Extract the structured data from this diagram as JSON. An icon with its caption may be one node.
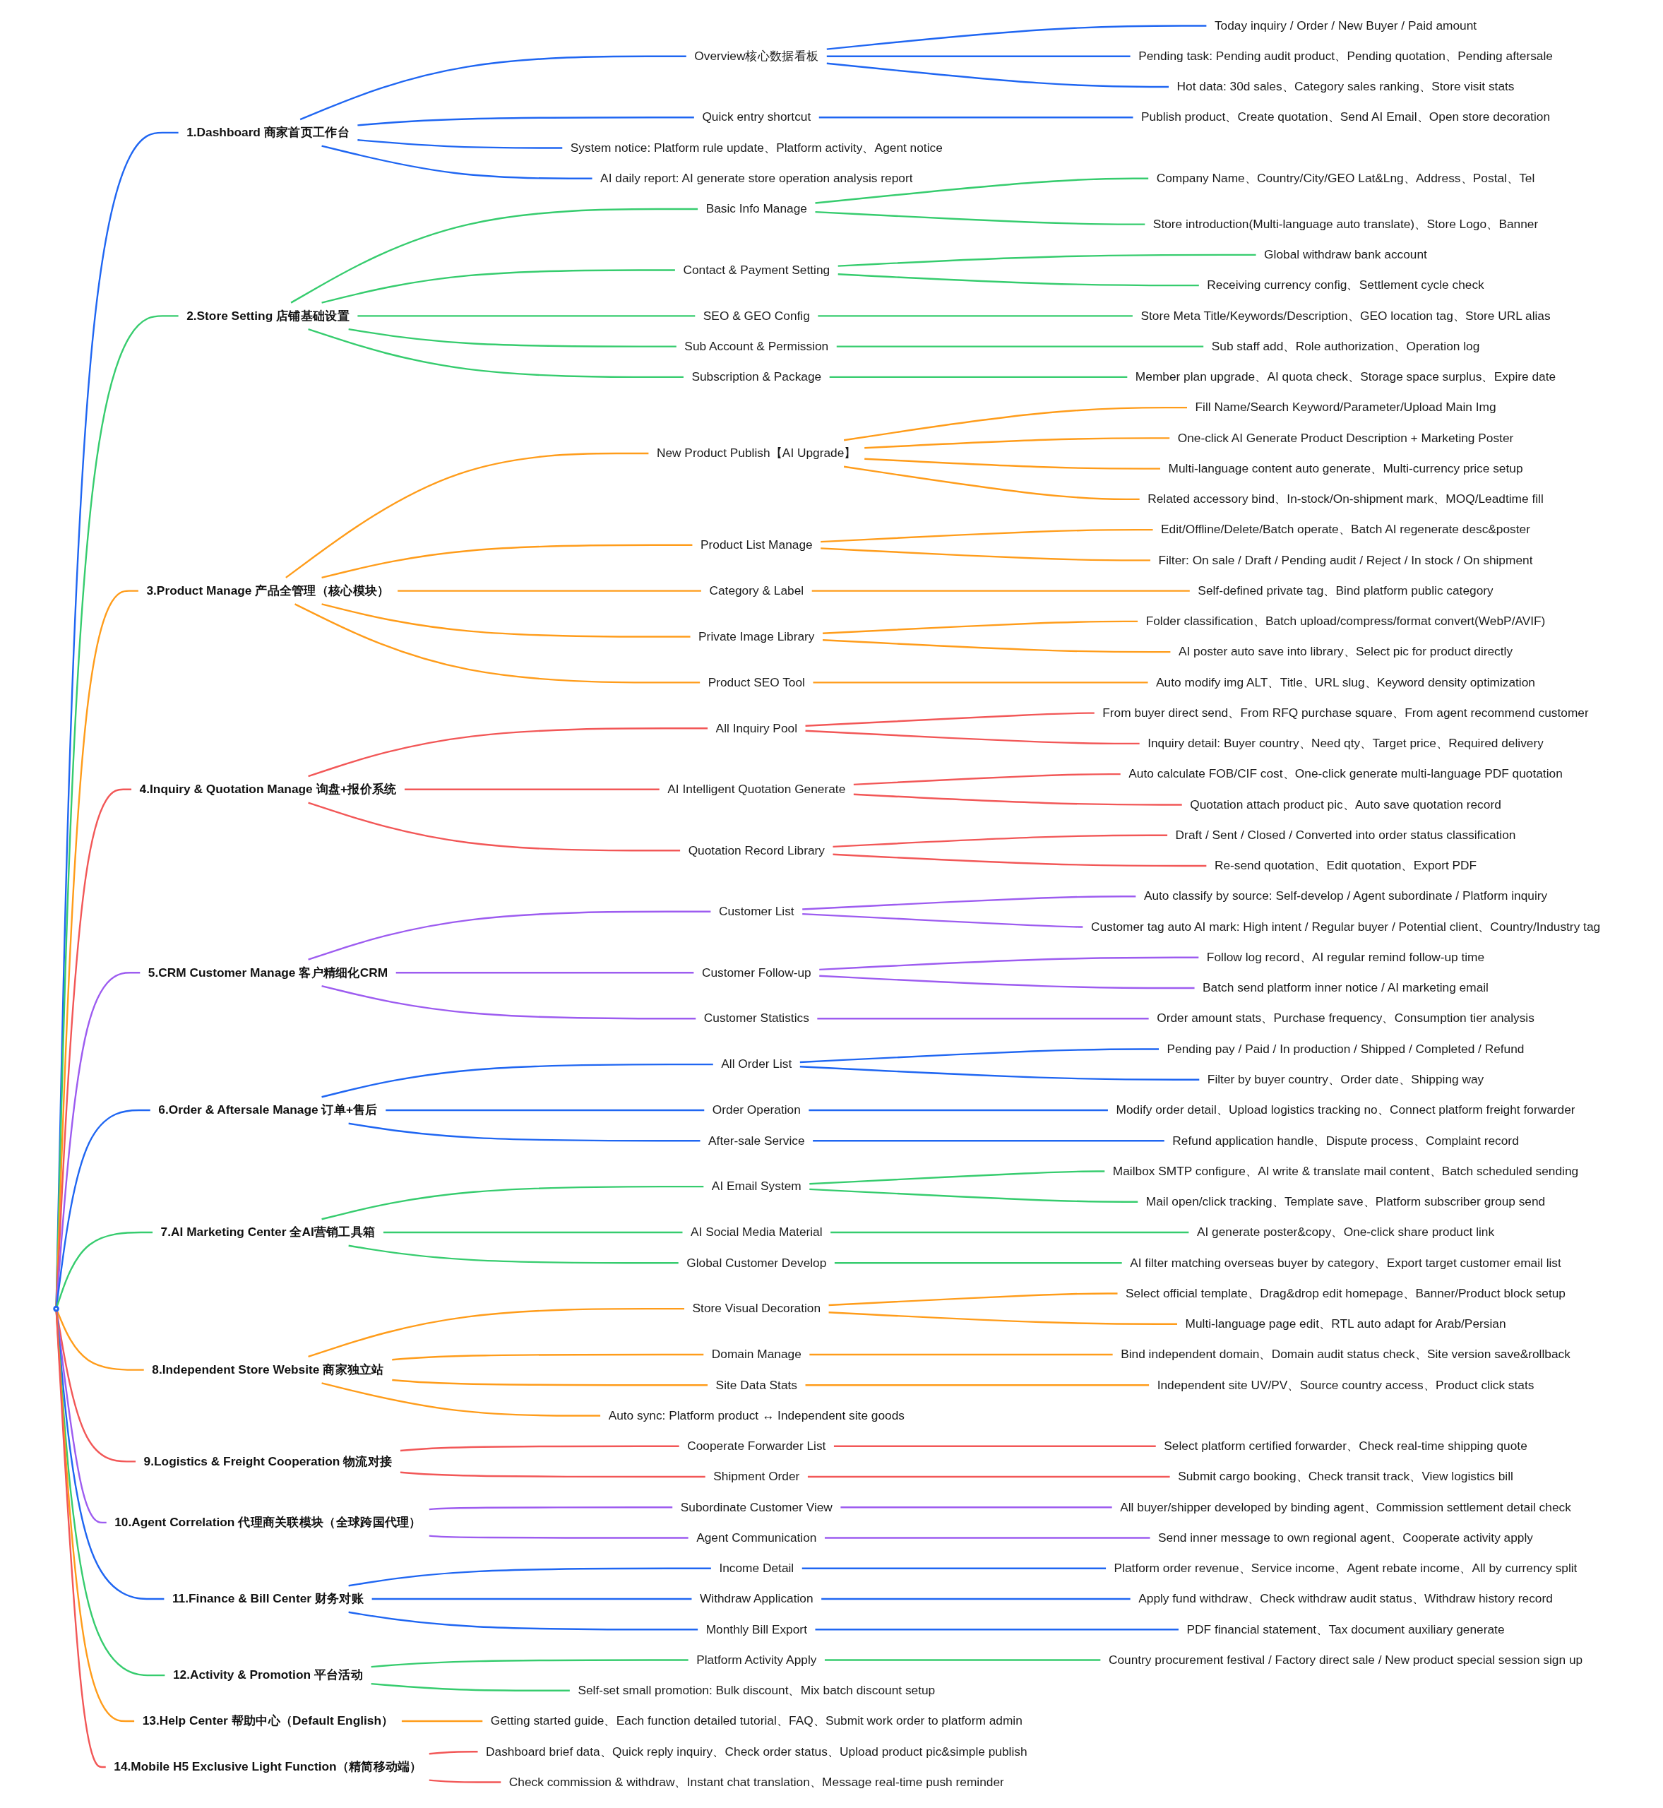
{
  "diagram": {
    "nodes": [
      {
        "text": [],
        "shape": "circle"
      },
      {
        "text": [
          "1.Dashboard 商家首页工作台"
        ]
      },
      {
        "text": [
          "Overview核心数据看板"
        ]
      },
      {
        "text": [
          "Today inquiry / Order / New Buyer / Paid amount"
        ]
      },
      {
        "text": [
          "Pending task: Pending audit product、Pending quotation、Pending aftersale"
        ]
      },
      {
        "text": [
          "Hot data: 30d sales、Category sales ranking、Store visit stats"
        ]
      },
      {
        "text": [
          "Quick entry shortcut"
        ]
      },
      {
        "text": [
          "Publish product、Create quotation、Send AI Email、Open store decoration"
        ]
      },
      {
        "text": [
          "System notice: Platform rule update、Platform activity、Agent notice"
        ]
      },
      {
        "text": [
          "AI daily report: AI generate store operation analysis report"
        ]
      },
      {
        "text": [
          "2.Store Setting 店铺基础设置"
        ]
      },
      {
        "text": [
          "Basic Info Manage"
        ]
      },
      {
        "text": [
          "Company Name、Country/City/GEO Lat&Lng、Address、Postal、Tel"
        ]
      },
      {
        "text": [
          "Store introduction(Multi-language auto translate)、Store Logo、Banner"
        ]
      },
      {
        "text": [
          "Contact & Payment Setting"
        ]
      },
      {
        "text": [
          "Global withdraw bank account"
        ]
      },
      {
        "text": [
          "Receiving currency config、Settlement cycle check"
        ]
      },
      {
        "text": [
          "SEO & GEO Config"
        ]
      },
      {
        "text": [
          "Store Meta Title/Keywords/Description、GEO location tag、Store URL alias"
        ]
      },
      {
        "text": [
          "Sub Account & Permission"
        ]
      },
      {
        "text": [
          "Sub staff add、Role authorization、Operation log"
        ]
      },
      {
        "text": [
          "Subscription & Package"
        ]
      },
      {
        "text": [
          "Member plan upgrade、AI quota check、Storage space surplus、Expire date"
        ]
      },
      {
        "text": [
          "3.Product Manage 产品全管理（核心模块）"
        ]
      },
      {
        "text": [
          "New Product Publish【AI Upgrade】"
        ]
      },
      {
        "text": [
          "Fill Name/Search Keyword/Parameter/Upload Main Img"
        ]
      },
      {
        "text": [
          "One-click AI Generate Product Description + Marketing Poster"
        ]
      },
      {
        "text": [
          "Multi-language content auto generate、Multi-currency price setup"
        ]
      },
      {
        "text": [
          "Related accessory bind、In-stock/On-shipment mark、MOQ/Leadtime fill"
        ]
      },
      {
        "text": [
          "Product List Manage"
        ]
      },
      {
        "text": [
          "Edit/Offline/Delete/Batch operate、Batch AI regenerate desc&poster"
        ]
      },
      {
        "text": [
          "Filter: On sale / Draft / Pending audit / Reject / In stock / On shipment"
        ]
      },
      {
        "text": [
          "Category & Label"
        ]
      },
      {
        "text": [
          "Self-defined private tag、Bind platform public category"
        ]
      },
      {
        "text": [
          "Private Image Library"
        ]
      },
      {
        "text": [
          "Folder classification、Batch upload/compress/format convert(WebP/AVIF)"
        ]
      },
      {
        "text": [
          "AI poster auto save into library、Select pic for product directly"
        ]
      },
      {
        "text": [
          "Product SEO Tool"
        ]
      },
      {
        "text": [
          "Auto modify img ALT、Title、URL slug、Keyword density optimization"
        ]
      },
      {
        "text": [
          "4.Inquiry & Quotation Manage 询盘+报价系统"
        ]
      },
      {
        "text": [
          "All Inquiry Pool"
        ]
      },
      {
        "text": [
          "From buyer direct send、From RFQ purchase square、From agent recommend customer"
        ]
      },
      {
        "text": [
          "Inquiry detail: Buyer country、Need qty、Target price、Required delivery"
        ]
      },
      {
        "text": [
          "AI Intelligent Quotation Generate"
        ]
      },
      {
        "text": [
          "Auto calculate FOB/CIF cost、One-click generate multi-language PDF quotation"
        ]
      },
      {
        "text": [
          "Quotation attach product pic、Auto save quotation record"
        ]
      },
      {
        "text": [
          "Quotation Record Library"
        ]
      },
      {
        "text": [
          "Draft / Sent / Closed / Converted into order status classification"
        ]
      },
      {
        "text": [
          "Re-send quotation、Edit quotation、Export PDF"
        ]
      },
      {
        "text": [
          "5.CRM Customer Manage 客户精细化CRM"
        ]
      },
      {
        "text": [
          "Customer List"
        ]
      },
      {
        "text": [
          "Auto classify by source: Self-develop / Agent subordinate / Platform inquiry"
        ]
      },
      {
        "text": [
          "Customer tag auto AI mark: High intent / Regular buyer / Potential client、Country/Industry tag"
        ]
      },
      {
        "text": [
          "Customer Follow-up"
        ]
      },
      {
        "text": [
          "Follow log record、AI regular remind follow-up time"
        ]
      },
      {
        "text": [
          "Batch send platform inner notice / AI marketing email"
        ]
      },
      {
        "text": [
          "Customer Statistics"
        ]
      },
      {
        "text": [
          "Order amount stats、Purchase frequency、Consumption tier analysis"
        ]
      },
      {
        "text": [
          "6.Order & Aftersale Manage 订单+售后"
        ]
      },
      {
        "text": [
          "All Order List"
        ]
      },
      {
        "text": [
          "Pending pay / Paid / In production / Shipped / Completed / Refund"
        ]
      },
      {
        "text": [
          "Filter by buyer country、Order date、Shipping way"
        ]
      },
      {
        "text": [
          "Order Operation"
        ]
      },
      {
        "text": [
          "Modify order detail、Upload logistics tracking no、Connect platform freight forwarder"
        ]
      },
      {
        "text": [
          "After-sale Service"
        ]
      },
      {
        "text": [
          "Refund application handle、Dispute process、Complaint record"
        ]
      },
      {
        "text": [
          "7.AI Marketing Center 全AI营销工具箱"
        ]
      },
      {
        "text": [
          "AI Email System"
        ]
      },
      {
        "text": [
          "Mailbox SMTP configure、AI write & translate mail content、Batch scheduled sending"
        ]
      },
      {
        "text": [
          "Mail open/click tracking、Template save、Platform subscriber group send"
        ]
      },
      {
        "text": [
          "AI Social Media Material"
        ]
      },
      {
        "text": [
          "AI generate poster&copy、One-click share product link"
        ]
      },
      {
        "text": [
          "Global Customer Develop"
        ]
      },
      {
        "text": [
          "AI filter matching overseas buyer by category、Export target customer email list"
        ]
      },
      {
        "text": [
          "8.Independent Store Website 商家独立站"
        ]
      },
      {
        "text": [
          "Store Visual Decoration"
        ]
      },
      {
        "text": [
          "Select official template、Drag&drop edit homepage、Banner/Product block setup"
        ]
      },
      {
        "text": [
          "Multi-language page edit、RTL auto adapt for Arab/Persian"
        ]
      },
      {
        "text": [
          "Domain Manage"
        ]
      },
      {
        "text": [
          "Bind independent domain、Domain audit status check、Site version save&rollback"
        ]
      },
      {
        "text": [
          "Site Data Stats"
        ]
      },
      {
        "text": [
          "Independent site UV/PV、Source country access、Product click stats"
        ]
      },
      {
        "text": [
          "Auto sync: Platform product ↔ Independent site goods"
        ]
      },
      {
        "text": [
          "9.Logistics & Freight Cooperation 物流对接"
        ]
      },
      {
        "text": [
          "Cooperate Forwarder List"
        ]
      },
      {
        "text": [
          "Select platform certified forwarder、Check real-time shipping quote"
        ]
      },
      {
        "text": [
          "Shipment Order"
        ]
      },
      {
        "text": [
          "Submit cargo booking、Check transit track、View logistics bill"
        ]
      },
      {
        "text": [
          "10.Agent Correlation 代理商关联模块（全球跨国代理）"
        ]
      },
      {
        "text": [
          "Subordinate Customer View"
        ]
      },
      {
        "text": [
          "All buyer/shipper developed by binding agent、Commission settlement detail check"
        ]
      },
      {
        "text": [
          "Agent Communication"
        ]
      },
      {
        "text": [
          "Send inner message to own regional agent、Cooperate activity apply"
        ]
      },
      {
        "text": [
          "11.Finance & Bill Center 财务对账"
        ]
      },
      {
        "text": [
          "Income Detail"
        ]
      },
      {
        "text": [
          "Platform order revenue、Service income、Agent rebate income、All by currency split"
        ]
      },
      {
        "text": [
          "Withdraw Application"
        ]
      },
      {
        "text": [
          "Apply fund withdraw、Check withdraw audit status、Withdraw history record"
        ]
      },
      {
        "text": [
          "Monthly Bill Export"
        ]
      },
      {
        "text": [
          "PDF financial statement、Tax document auxiliary generate"
        ]
      },
      {
        "text": [
          "12.Activity & Promotion 平台活动"
        ]
      },
      {
        "text": [
          "Platform Activity Apply"
        ]
      },
      {
        "text": [
          "Country procurement festival / Factory direct sale / New product special session sign up"
        ]
      },
      {
        "text": [
          "Self-set small promotion: Bulk discount、Mix batch discount setup"
        ]
      },
      {
        "text": [
          "13.Help Center 帮助中心（Default English）"
        ]
      },
      {
        "text": [
          "Getting started guide、Each function detailed tutorial、FAQ、Submit work order to platform admin"
        ]
      },
      {
        "text": [
          "14.Mobile H5 Exclusive Light Function（精简移动端）"
        ]
      },
      {
        "text": [
          "Dashboard brief data、Quick reply inquiry、Check order status、Upload product pic&simple publish"
        ]
      },
      {
        "text": [
          "Check commission & withdraw、Instant chat translation、Message real-time push reminder"
        ]
      }
    ],
    "edges": [
      {
        "from": 0,
        "to": 1,
        "arrow": "none",
        "color": "#1f66f2"
      },
      {
        "from": 1,
        "to": 2,
        "arrow": "none",
        "color": "#1f66f2"
      },
      {
        "from": 2,
        "to": 3,
        "arrow": "none",
        "color": "#1f66f2"
      },
      {
        "from": 2,
        "to": 4,
        "arrow": "none",
        "color": "#1f66f2"
      },
      {
        "from": 2,
        "to": 5,
        "arrow": "none",
        "color": "#1f66f2"
      },
      {
        "from": 1,
        "to": 6,
        "arrow": "none",
        "color": "#1f66f2"
      },
      {
        "from": 6,
        "to": 7,
        "arrow": "none",
        "color": "#1f66f2"
      },
      {
        "from": 1,
        "to": 8,
        "arrow": "none",
        "color": "#1f66f2"
      },
      {
        "from": 1,
        "to": 9,
        "arrow": "none",
        "color": "#1f66f2"
      },
      {
        "from": 0,
        "to": 10,
        "arrow": "none",
        "color": "#36cc6e"
      },
      {
        "from": 10,
        "to": 11,
        "arrow": "none",
        "color": "#36cc6e"
      },
      {
        "from": 11,
        "to": 12,
        "arrow": "none",
        "color": "#36cc6e"
      },
      {
        "from": 11,
        "to": 13,
        "arrow": "none",
        "color": "#36cc6e"
      },
      {
        "from": 10,
        "to": 14,
        "arrow": "none",
        "color": "#36cc6e"
      },
      {
        "from": 14,
        "to": 15,
        "arrow": "none",
        "color": "#36cc6e"
      },
      {
        "from": 14,
        "to": 16,
        "arrow": "none",
        "color": "#36cc6e"
      },
      {
        "from": 10,
        "to": 17,
        "arrow": "none",
        "color": "#36cc6e"
      },
      {
        "from": 17,
        "to": 18,
        "arrow": "none",
        "color": "#36cc6e"
      },
      {
        "from": 10,
        "to": 19,
        "arrow": "none",
        "color": "#36cc6e"
      },
      {
        "from": 19,
        "to": 20,
        "arrow": "none",
        "color": "#36cc6e"
      },
      {
        "from": 10,
        "to": 21,
        "arrow": "none",
        "color": "#36cc6e"
      },
      {
        "from": 21,
        "to": 22,
        "arrow": "none",
        "color": "#36cc6e"
      },
      {
        "from": 0,
        "to": 23,
        "arrow": "none",
        "color": "#ff9c1a"
      },
      {
        "from": 23,
        "to": 24,
        "arrow": "none",
        "color": "#ff9c1a"
      },
      {
        "from": 24,
        "to": 25,
        "arrow": "none",
        "color": "#ff9c1a"
      },
      {
        "from": 24,
        "to": 26,
        "arrow": "none",
        "color": "#ff9c1a"
      },
      {
        "from": 24,
        "to": 27,
        "arrow": "none",
        "color": "#ff9c1a"
      },
      {
        "from": 24,
        "to": 28,
        "arrow": "none",
        "color": "#ff9c1a"
      },
      {
        "from": 23,
        "to": 29,
        "arrow": "none",
        "color": "#ff9c1a"
      },
      {
        "from": 29,
        "to": 30,
        "arrow": "none",
        "color": "#ff9c1a"
      },
      {
        "from": 29,
        "to": 31,
        "arrow": "none",
        "color": "#ff9c1a"
      },
      {
        "from": 23,
        "to": 32,
        "arrow": "none",
        "color": "#ff9c1a"
      },
      {
        "from": 32,
        "to": 33,
        "arrow": "none",
        "color": "#ff9c1a"
      },
      {
        "from": 23,
        "to": 34,
        "arrow": "none",
        "color": "#ff9c1a"
      },
      {
        "from": 34,
        "to": 35,
        "arrow": "none",
        "color": "#ff9c1a"
      },
      {
        "from": 34,
        "to": 36,
        "arrow": "none",
        "color": "#ff9c1a"
      },
      {
        "from": 23,
        "to": 37,
        "arrow": "none",
        "color": "#ff9c1a"
      },
      {
        "from": 37,
        "to": 38,
        "arrow": "none",
        "color": "#ff9c1a"
      },
      {
        "from": 0,
        "to": 39,
        "arrow": "none",
        "color": "#f25757"
      },
      {
        "from": 39,
        "to": 40,
        "arrow": "none",
        "color": "#f25757"
      },
      {
        "from": 40,
        "to": 41,
        "arrow": "none",
        "color": "#f25757"
      },
      {
        "from": 40,
        "to": 42,
        "arrow": "none",
        "color": "#f25757"
      },
      {
        "from": 39,
        "to": 43,
        "arrow": "none",
        "color": "#f25757"
      },
      {
        "from": 43,
        "to": 44,
        "arrow": "none",
        "color": "#f25757"
      },
      {
        "from": 43,
        "to": 45,
        "arrow": "none",
        "color": "#f25757"
      },
      {
        "from": 39,
        "to": 46,
        "arrow": "none",
        "color": "#f25757"
      },
      {
        "from": 46,
        "to": 47,
        "arrow": "none",
        "color": "#f25757"
      },
      {
        "from": 46,
        "to": 48,
        "arrow": "none",
        "color": "#f25757"
      },
      {
        "from": 0,
        "to": 49,
        "arrow": "none",
        "color": "#9d5cf0"
      },
      {
        "from": 49,
        "to": 50,
        "arrow": "none",
        "color": "#9d5cf0"
      },
      {
        "from": 50,
        "to": 51,
        "arrow": "none",
        "color": "#9d5cf0"
      },
      {
        "from": 50,
        "to": 52,
        "arrow": "none",
        "color": "#9d5cf0"
      },
      {
        "from": 49,
        "to": 53,
        "arrow": "none",
        "color": "#9d5cf0"
      },
      {
        "from": 53,
        "to": 54,
        "arrow": "none",
        "color": "#9d5cf0"
      },
      {
        "from": 53,
        "to": 55,
        "arrow": "none",
        "color": "#9d5cf0"
      },
      {
        "from": 49,
        "to": 56,
        "arrow": "none",
        "color": "#9d5cf0"
      },
      {
        "from": 56,
        "to": 57,
        "arrow": "none",
        "color": "#9d5cf0"
      },
      {
        "from": 0,
        "to": 58,
        "arrow": "none",
        "color": "#1f66f2"
      },
      {
        "from": 58,
        "to": 59,
        "arrow": "none",
        "color": "#1f66f2"
      },
      {
        "from": 59,
        "to": 60,
        "arrow": "none",
        "color": "#1f66f2"
      },
      {
        "from": 59,
        "to": 61,
        "arrow": "none",
        "color": "#1f66f2"
      },
      {
        "from": 58,
        "to": 62,
        "arrow": "none",
        "color": "#1f66f2"
      },
      {
        "from": 62,
        "to": 63,
        "arrow": "none",
        "color": "#1f66f2"
      },
      {
        "from": 58,
        "to": 64,
        "arrow": "none",
        "color": "#1f66f2"
      },
      {
        "from": 64,
        "to": 65,
        "arrow": "none",
        "color": "#1f66f2"
      },
      {
        "from": 0,
        "to": 66,
        "arrow": "none",
        "color": "#36cc6e"
      },
      {
        "from": 66,
        "to": 67,
        "arrow": "none",
        "color": "#36cc6e"
      },
      {
        "from": 67,
        "to": 68,
        "arrow": "none",
        "color": "#36cc6e"
      },
      {
        "from": 67,
        "to": 69,
        "arrow": "none",
        "color": "#36cc6e"
      },
      {
        "from": 66,
        "to": 70,
        "arrow": "none",
        "color": "#36cc6e"
      },
      {
        "from": 70,
        "to": 71,
        "arrow": "none",
        "color": "#36cc6e"
      },
      {
        "from": 66,
        "to": 72,
        "arrow": "none",
        "color": "#36cc6e"
      },
      {
        "from": 72,
        "to": 73,
        "arrow": "none",
        "color": "#36cc6e"
      },
      {
        "from": 0,
        "to": 74,
        "arrow": "none",
        "color": "#ff9c1a"
      },
      {
        "from": 74,
        "to": 75,
        "arrow": "none",
        "color": "#ff9c1a"
      },
      {
        "from": 75,
        "to": 76,
        "arrow": "none",
        "color": "#ff9c1a"
      },
      {
        "from": 75,
        "to": 77,
        "arrow": "none",
        "color": "#ff9c1a"
      },
      {
        "from": 74,
        "to": 78,
        "arrow": "none",
        "color": "#ff9c1a"
      },
      {
        "from": 78,
        "to": 79,
        "arrow": "none",
        "color": "#ff9c1a"
      },
      {
        "from": 74,
        "to": 80,
        "arrow": "none",
        "color": "#ff9c1a"
      },
      {
        "from": 80,
        "to": 81,
        "arrow": "none",
        "color": "#ff9c1a"
      },
      {
        "from": 74,
        "to": 82,
        "arrow": "none",
        "color": "#ff9c1a"
      },
      {
        "from": 0,
        "to": 83,
        "arrow": "none",
        "color": "#f25757"
      },
      {
        "from": 83,
        "to": 84,
        "arrow": "none",
        "color": "#f25757"
      },
      {
        "from": 84,
        "to": 85,
        "arrow": "none",
        "color": "#f25757"
      },
      {
        "from": 83,
        "to": 86,
        "arrow": "none",
        "color": "#f25757"
      },
      {
        "from": 86,
        "to": 87,
        "arrow": "none",
        "color": "#f25757"
      },
      {
        "from": 0,
        "to": 88,
        "arrow": "none",
        "color": "#9d5cf0"
      },
      {
        "from": 88,
        "to": 89,
        "arrow": "none",
        "color": "#9d5cf0"
      },
      {
        "from": 89,
        "to": 90,
        "arrow": "none",
        "color": "#9d5cf0"
      },
      {
        "from": 88,
        "to": 91,
        "arrow": "none",
        "color": "#9d5cf0"
      },
      {
        "from": 91,
        "to": 92,
        "arrow": "none",
        "color": "#9d5cf0"
      },
      {
        "from": 0,
        "to": 93,
        "arrow": "none",
        "color": "#1f66f2"
      },
      {
        "from": 93,
        "to": 94,
        "arrow": "none",
        "color": "#1f66f2"
      },
      {
        "from": 94,
        "to": 95,
        "arrow": "none",
        "color": "#1f66f2"
      },
      {
        "from": 93,
        "to": 96,
        "arrow": "none",
        "color": "#1f66f2"
      },
      {
        "from": 96,
        "to": 97,
        "arrow": "none",
        "color": "#1f66f2"
      },
      {
        "from": 93,
        "to": 98,
        "arrow": "none",
        "color": "#1f66f2"
      },
      {
        "from": 98,
        "to": 99,
        "arrow": "none",
        "color": "#1f66f2"
      },
      {
        "from": 0,
        "to": 100,
        "arrow": "none",
        "color": "#36cc6e"
      },
      {
        "from": 100,
        "to": 101,
        "arrow": "none",
        "color": "#36cc6e"
      },
      {
        "from": 101,
        "to": 102,
        "arrow": "none",
        "color": "#36cc6e"
      },
      {
        "from": 100,
        "to": 103,
        "arrow": "none",
        "color": "#36cc6e"
      },
      {
        "from": 0,
        "to": 104,
        "arrow": "none",
        "color": "#ff9c1a"
      },
      {
        "from": 104,
        "to": 105,
        "arrow": "none",
        "color": "#ff9c1a"
      },
      {
        "from": 0,
        "to": 106,
        "arrow": "none",
        "color": "#f25757"
      },
      {
        "from": 106,
        "to": 107,
        "arrow": "none",
        "color": "#f25757"
      },
      {
        "from": 106,
        "to": 108,
        "arrow": "none",
        "color": "#f25757"
      }
    ]
  }
}
